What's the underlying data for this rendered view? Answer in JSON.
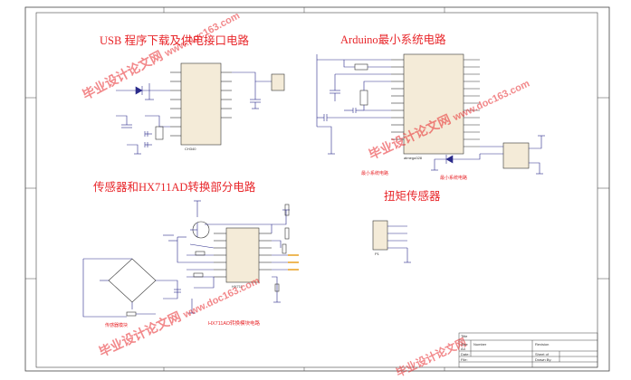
{
  "titles": {
    "usb": "USB 程序下载及供电接口电路",
    "arduino": "Arduino最小系统电路",
    "sensor": "传感器和HX711AD转换部分电路",
    "torque": "扭矩传感器"
  },
  "sub_captions": {
    "arduino_min": "最小系统电路",
    "arduino_min2": "最小系统电路",
    "hx711": "HX711AD转换模块电路",
    "sensor_box": "传感器模块"
  },
  "watermark": {
    "left": "毕业设计论文网",
    "mid": "毕业设计论文网",
    "bottom": "毕业设计论文网",
    "bottom_right": "毕业设计论文网",
    "url": "www.doc163.com"
  },
  "title_block": {
    "title_label": "Title",
    "size_label": "Size",
    "number_label": "Number",
    "revision_label": "Revision",
    "date_label": "Date:",
    "file_label": "File:",
    "sheet_label": "Sheet  of",
    "drawn_label": "Drawn By:",
    "size_value": "A4"
  },
  "chips": {
    "usb_chip": "CH340",
    "mcu": "atmega328",
    "hx711": "HX711",
    "torque_sensor": "P1"
  }
}
